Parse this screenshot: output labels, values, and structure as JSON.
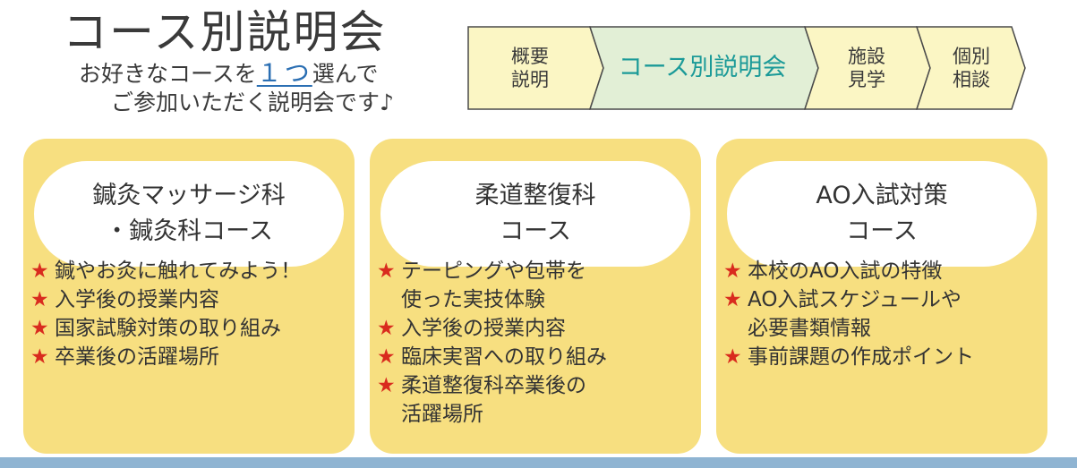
{
  "header": {
    "title": "コース別説明会",
    "subtitle_pre": "お好きなコースを",
    "subtitle_num": "１つ",
    "subtitle_post": "選んで",
    "subtitle_line2": "ご参加いただく説明会です♪"
  },
  "steps": [
    {
      "label": "概要\n説明",
      "active": false
    },
    {
      "label": "コース別説明会",
      "active": true
    },
    {
      "label": "施設\n見学",
      "active": false
    },
    {
      "label": "個別\n相談",
      "active": false
    }
  ],
  "courses": [
    {
      "title_line1": "鍼灸マッサージ科",
      "title_line2": "・鍼灸科コース",
      "items": [
        "鍼やお灸に触れてみよう！",
        "入学後の授業内容",
        "国家試験対策の取り組み",
        "卒業後の活躍場所"
      ]
    },
    {
      "title_line1": "柔道整復科",
      "title_line2": "コース",
      "items": [
        "テーピングや包帯を\n使った実技体験",
        "入学後の授業内容",
        "臨床実習への取り組み",
        "柔道整復科卒業後の\n活躍場所"
      ]
    },
    {
      "title_line1": "AO入試対策",
      "title_line2": "コース",
      "items": [
        "本校のAO入試の特徴",
        "AO入試スケジュールや\n必要書類情報",
        "事前課題の作成ポイント"
      ]
    }
  ],
  "bullet_symbol": "★",
  "colors": {
    "card_bg": "#f7df80",
    "step_bg": "#fbf6c4",
    "step_active_bg": "#e2efd6",
    "step_active_text": "#1b9a98",
    "star": "#d92b1e",
    "accent_link": "#2b6fb3",
    "bottom_band": "#8fb4d2"
  }
}
